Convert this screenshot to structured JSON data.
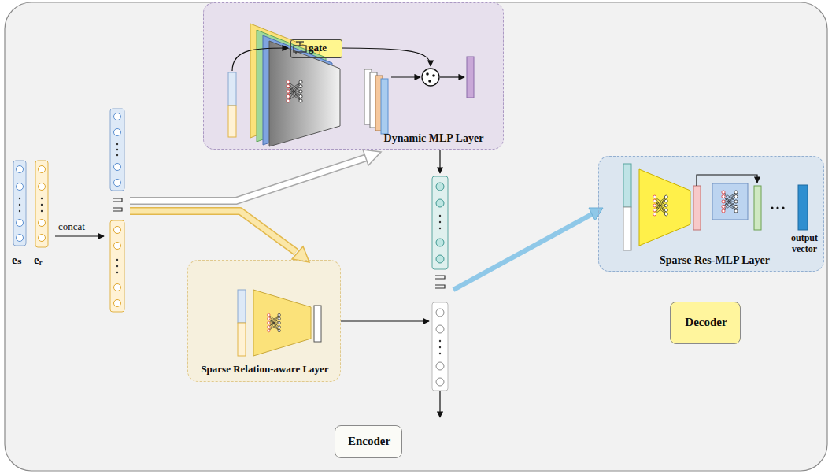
{
  "diagram": {
    "nodes": [
      {
        "text": [
          "Dynamic MLP Layer"
        ]
      },
      {
        "text": [
          "gate"
        ],
        "in": 0
      },
      {
        "text": [
          "Sparse Relation-aware Layer"
        ]
      },
      {
        "text": [
          "Encoder"
        ]
      },
      {
        "text": [
          "output vector",
          "Sparse Res-MLP Layer"
        ]
      },
      {
        "text": [
          "Decoder"
        ]
      }
    ],
    "labels": [
      "eₛ",
      "eᵣ",
      "concat"
    ]
  }
}
